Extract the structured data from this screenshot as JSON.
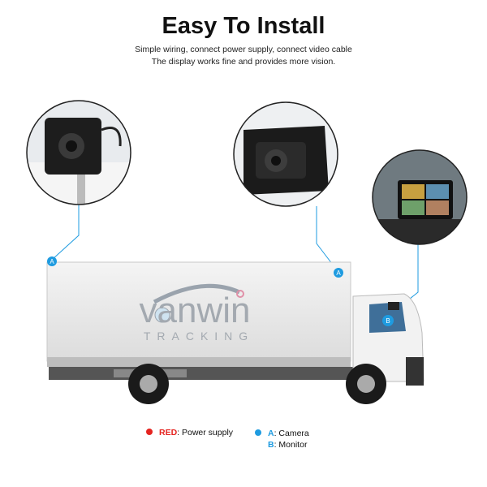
{
  "header": {
    "title": "Easy To Install",
    "subtitle_lines": [
      "Simple wiring, connect power supply, connect video cable",
      "The display works fine and provides more vision."
    ]
  },
  "logo": {
    "text": "vanwin",
    "tagline": "TRACKING"
  },
  "markers": {
    "camera": "A",
    "monitor": "B"
  },
  "legend": {
    "red": {
      "key": "RED",
      "label": ": Power supply",
      "color": "#e52420"
    },
    "blue": {
      "a_key": "A",
      "a_label": ": Camera",
      "b_key": "B",
      "b_label": ": Monitor",
      "color": "#1e9be0"
    }
  }
}
